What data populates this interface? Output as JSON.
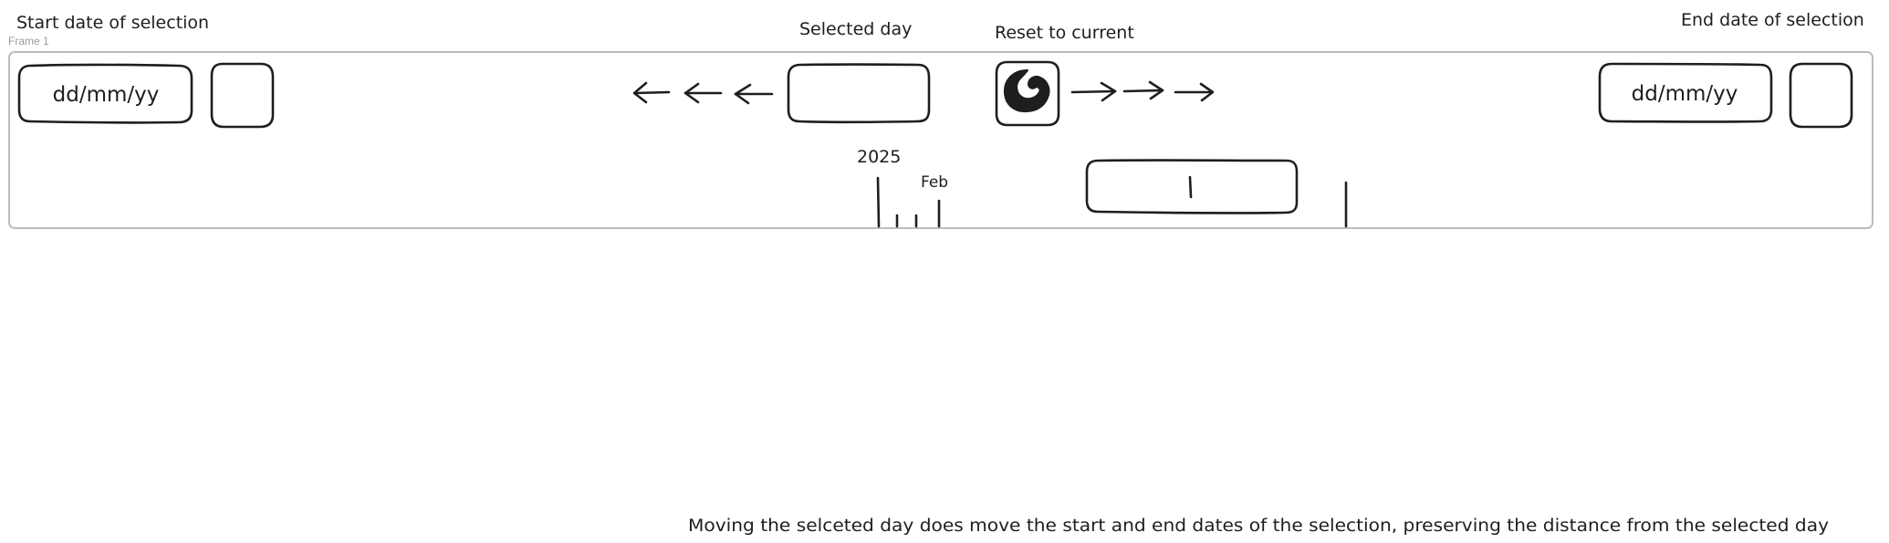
{
  "frame": {
    "label": "Frame 1"
  },
  "labels": {
    "start_date": "Start date of selection",
    "selected_day": "Selected day",
    "reset": "Reset to current",
    "end_date": "End date of selection"
  },
  "inputs": {
    "start_date_placeholder": "dd/mm/yy",
    "end_date_placeholder": "dd/mm/yy"
  },
  "timeline": {
    "year": "2025",
    "month": "Feb"
  },
  "note": "Moving the selceted day does move the start and end dates of the selection, preserving the distance from the selected day",
  "colors": {
    "ink": "#1e1e1e",
    "frame_border": "#bdbdbd",
    "frame_label": "#9a9a9a"
  },
  "icons": {
    "reset": "reset-swirl-icon",
    "back": "arrow-left-icon",
    "forward": "arrow-right-icon"
  }
}
